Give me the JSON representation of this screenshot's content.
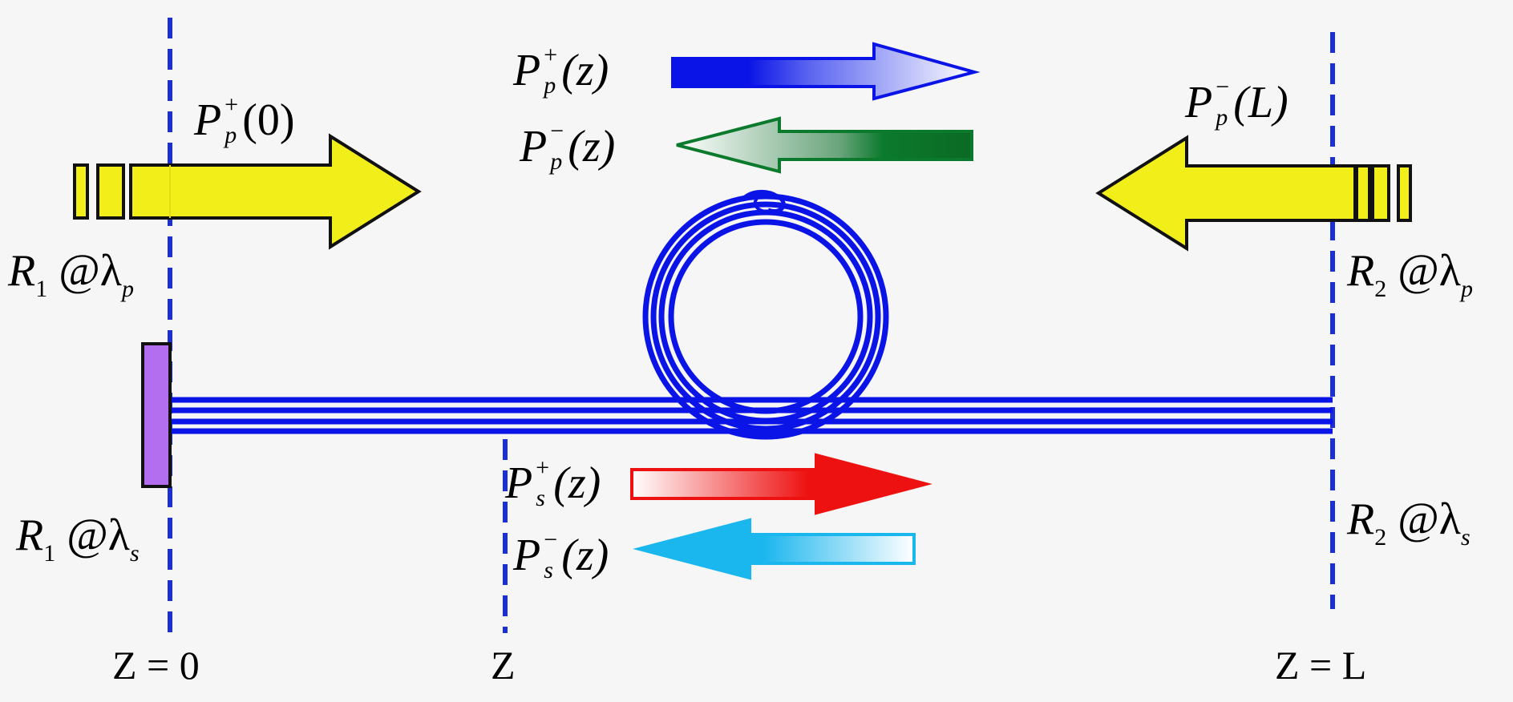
{
  "labels": {
    "pump_forward": {
      "sym": "P",
      "sup": "+",
      "sub": "p",
      "arg": "(z)"
    },
    "pump_backward": {
      "sym": "P",
      "sup": "−",
      "sub": "p",
      "arg": "(z)"
    },
    "pump_in_left": {
      "sym": "P",
      "sup": "+",
      "sub": "p",
      "arg": "(0)"
    },
    "pump_in_right": {
      "sym": "P",
      "sup": "−",
      "sub": "p",
      "arg": "(L)"
    },
    "signal_forward": {
      "sym": "P",
      "sup": "+",
      "sub": "s",
      "arg": "(z)"
    },
    "signal_backward": {
      "sym": "P",
      "sup": "−",
      "sub": "s",
      "arg": "(z)"
    },
    "r1_pump": {
      "sym": "R",
      "idx": "1",
      "at": "@",
      "lam": "λ",
      "sub": "p"
    },
    "r2_pump": {
      "sym": "R",
      "idx": "2",
      "at": "@",
      "lam": "λ",
      "sub": "p"
    },
    "r1_signal": {
      "sym": "R",
      "idx": "1",
      "at": "@",
      "lam": "λ",
      "sub": "s"
    },
    "r2_signal": {
      "sym": "R",
      "idx": "2",
      "at": "@",
      "lam": "λ",
      "sub": "s"
    },
    "z0": "Z = 0",
    "z": "Z",
    "zL": "Z = L"
  },
  "colors": {
    "background": "#f6f6f6",
    "fiber": "#0a14e6",
    "dashed_lines": "#1a2fd6",
    "pump_input": "#f2ee1a",
    "pump_forward": "#0a14e6",
    "pump_backward": "#0b7a2c",
    "signal_forward": "#ee1111",
    "signal_backward": "#1ab6ee",
    "mirror": "#b36ef0"
  }
}
